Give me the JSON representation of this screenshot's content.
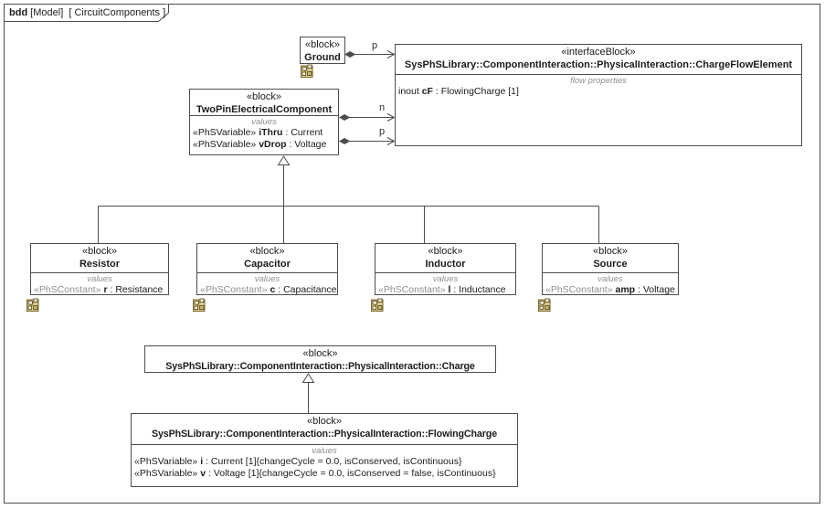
{
  "frame": {
    "kind": "bdd",
    "model": "[Model]",
    "diagram": "[ CircuitComponents ]"
  },
  "colors": {
    "line": "#4d4d4d",
    "text": "#1c1c1c",
    "muted_text": "#8f8f8f",
    "background": "#ffffff",
    "icon_fill": "#d9cb90"
  },
  "ports": {
    "ground_port": "p",
    "negative_port": "n",
    "positive_port": "p"
  },
  "blocks": {
    "ground": {
      "stereotype": "«block»",
      "name": "Ground"
    },
    "charge_flow_element": {
      "stereotype": "«interfaceBlock»",
      "name": "SysPhSLibrary::ComponentInteraction::PhysicalInteraction::ChargeFlowElement",
      "compartment_label": "flow properties",
      "flow_property": {
        "prefix": "inout",
        "name": "cF",
        "rest": ": FlowingCharge [1]"
      }
    },
    "two_pin": {
      "stereotype": "«block»",
      "name": "TwoPinElectricalComponent",
      "compartment_label": "values",
      "values": [
        {
          "stereotype": "«PhSVariable»",
          "name": "iThru",
          "rest": ": Current"
        },
        {
          "stereotype": "«PhSVariable»",
          "name": "vDrop",
          "rest": ": Voltage"
        }
      ]
    },
    "resistor": {
      "stereotype": "«block»",
      "name": "Resistor",
      "compartment_label": "values",
      "value": {
        "stereotype": "«PhSConstant»",
        "name": "r",
        "rest": ": Resistance"
      }
    },
    "capacitor": {
      "stereotype": "«block»",
      "name": "Capacitor",
      "compartment_label": "values",
      "value": {
        "stereotype": "«PhSConstant»",
        "name": "c",
        "rest": ": Capacitance"
      }
    },
    "inductor": {
      "stereotype": "«block»",
      "name": "Inductor",
      "compartment_label": "values",
      "value": {
        "stereotype": "«PhSConstant»",
        "name": "l",
        "rest": ": Inductance"
      }
    },
    "source": {
      "stereotype": "«block»",
      "name": "Source",
      "compartment_label": "values",
      "value": {
        "stereotype": "«PhSConstant»",
        "name": "amp",
        "rest": ": Voltage"
      }
    },
    "charge": {
      "stereotype": "«block»",
      "name": "SysPhSLibrary::ComponentInteraction::PhysicalInteraction::Charge"
    },
    "flowing_charge": {
      "stereotype": "«block»",
      "name": "SysPhSLibrary::ComponentInteraction::PhysicalInteraction::FlowingCharge",
      "compartment_label": "values",
      "values": [
        {
          "stereotype": "«PhSVariable»",
          "name": "i",
          "rest": ": Current [1]{changeCycle = 0.0, isConserved, isContinuous}"
        },
        {
          "stereotype": "«PhSVariable»",
          "name": "v",
          "rest": ": Voltage [1]{changeCycle = 0.0, isConserved = false, isContinuous}"
        }
      ]
    }
  }
}
